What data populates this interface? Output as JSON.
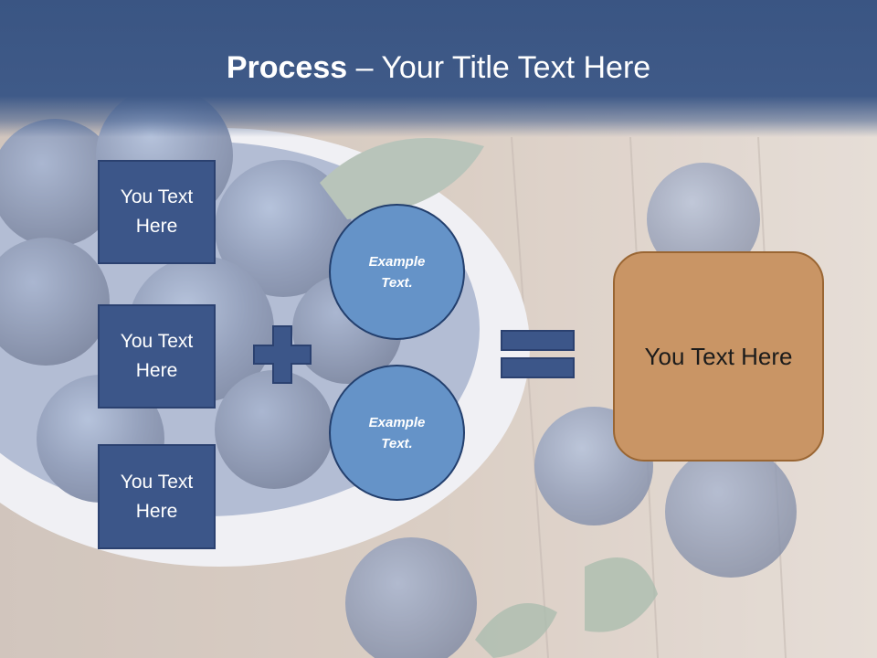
{
  "slide": {
    "title_bold": "Process",
    "title_rest": " – Your Title Text Here"
  },
  "left_boxes": [
    {
      "label": "You Text Here"
    },
    {
      "label": "You Text Here"
    },
    {
      "label": "You Text Here"
    }
  ],
  "circles": [
    {
      "label": "Example Text."
    },
    {
      "label": "Example Text."
    }
  ],
  "operators": {
    "plus": "plus-icon",
    "equals": "equals-icon"
  },
  "result": {
    "label": "You Text Here"
  },
  "colors": {
    "title_bar": "#3a5583",
    "box_fill": "#3c5689",
    "circle_fill": "#6593c8",
    "result_fill": "#c99565",
    "operator": "#3c5689"
  }
}
